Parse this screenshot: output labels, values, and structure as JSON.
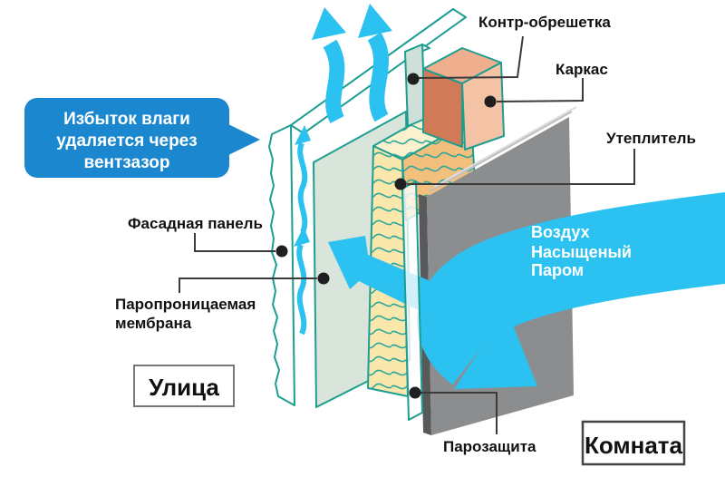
{
  "callouts": {
    "counter_batten": "Контр-обрешетка",
    "frame": "Каркас",
    "insulation": "Утеплитель",
    "facade_panel": "Фасадная панель",
    "membrane_line1": "Паропроницаемая",
    "membrane_line2": "мембрана",
    "vapor_barrier": "Парозащита"
  },
  "speech_bubble": {
    "line1": "Избыток влаги",
    "line2": "удаляется через",
    "line3": "вентзазор"
  },
  "airflow_label": {
    "line1": "Воздух",
    "line2": "Насыщеный",
    "line3": "Паром"
  },
  "zones": {
    "outside": "Улица",
    "room": "Комната"
  },
  "colors": {
    "teal_outline": "#1D9E91",
    "cyan_arrow": "#2BC1F0",
    "bubble_blue": "#1B87CE",
    "facade_white": "#FFFFFF",
    "membrane_green": "#D9E4DA",
    "insulation_top": "#FAF2CF",
    "insulation_front": "#F9E7AC",
    "insulation_side": "#F3BF7D",
    "frame_front": "#D07A58",
    "frame_top": "#EFAF8E",
    "frame_side": "#F4C3A6",
    "batten_face": "#CFE0D8",
    "batten_top": "#EDF2E4",
    "wall_gray": "#8B8D8F",
    "wall_edge": "#58595B",
    "callout_line": "#3B3B3B"
  }
}
